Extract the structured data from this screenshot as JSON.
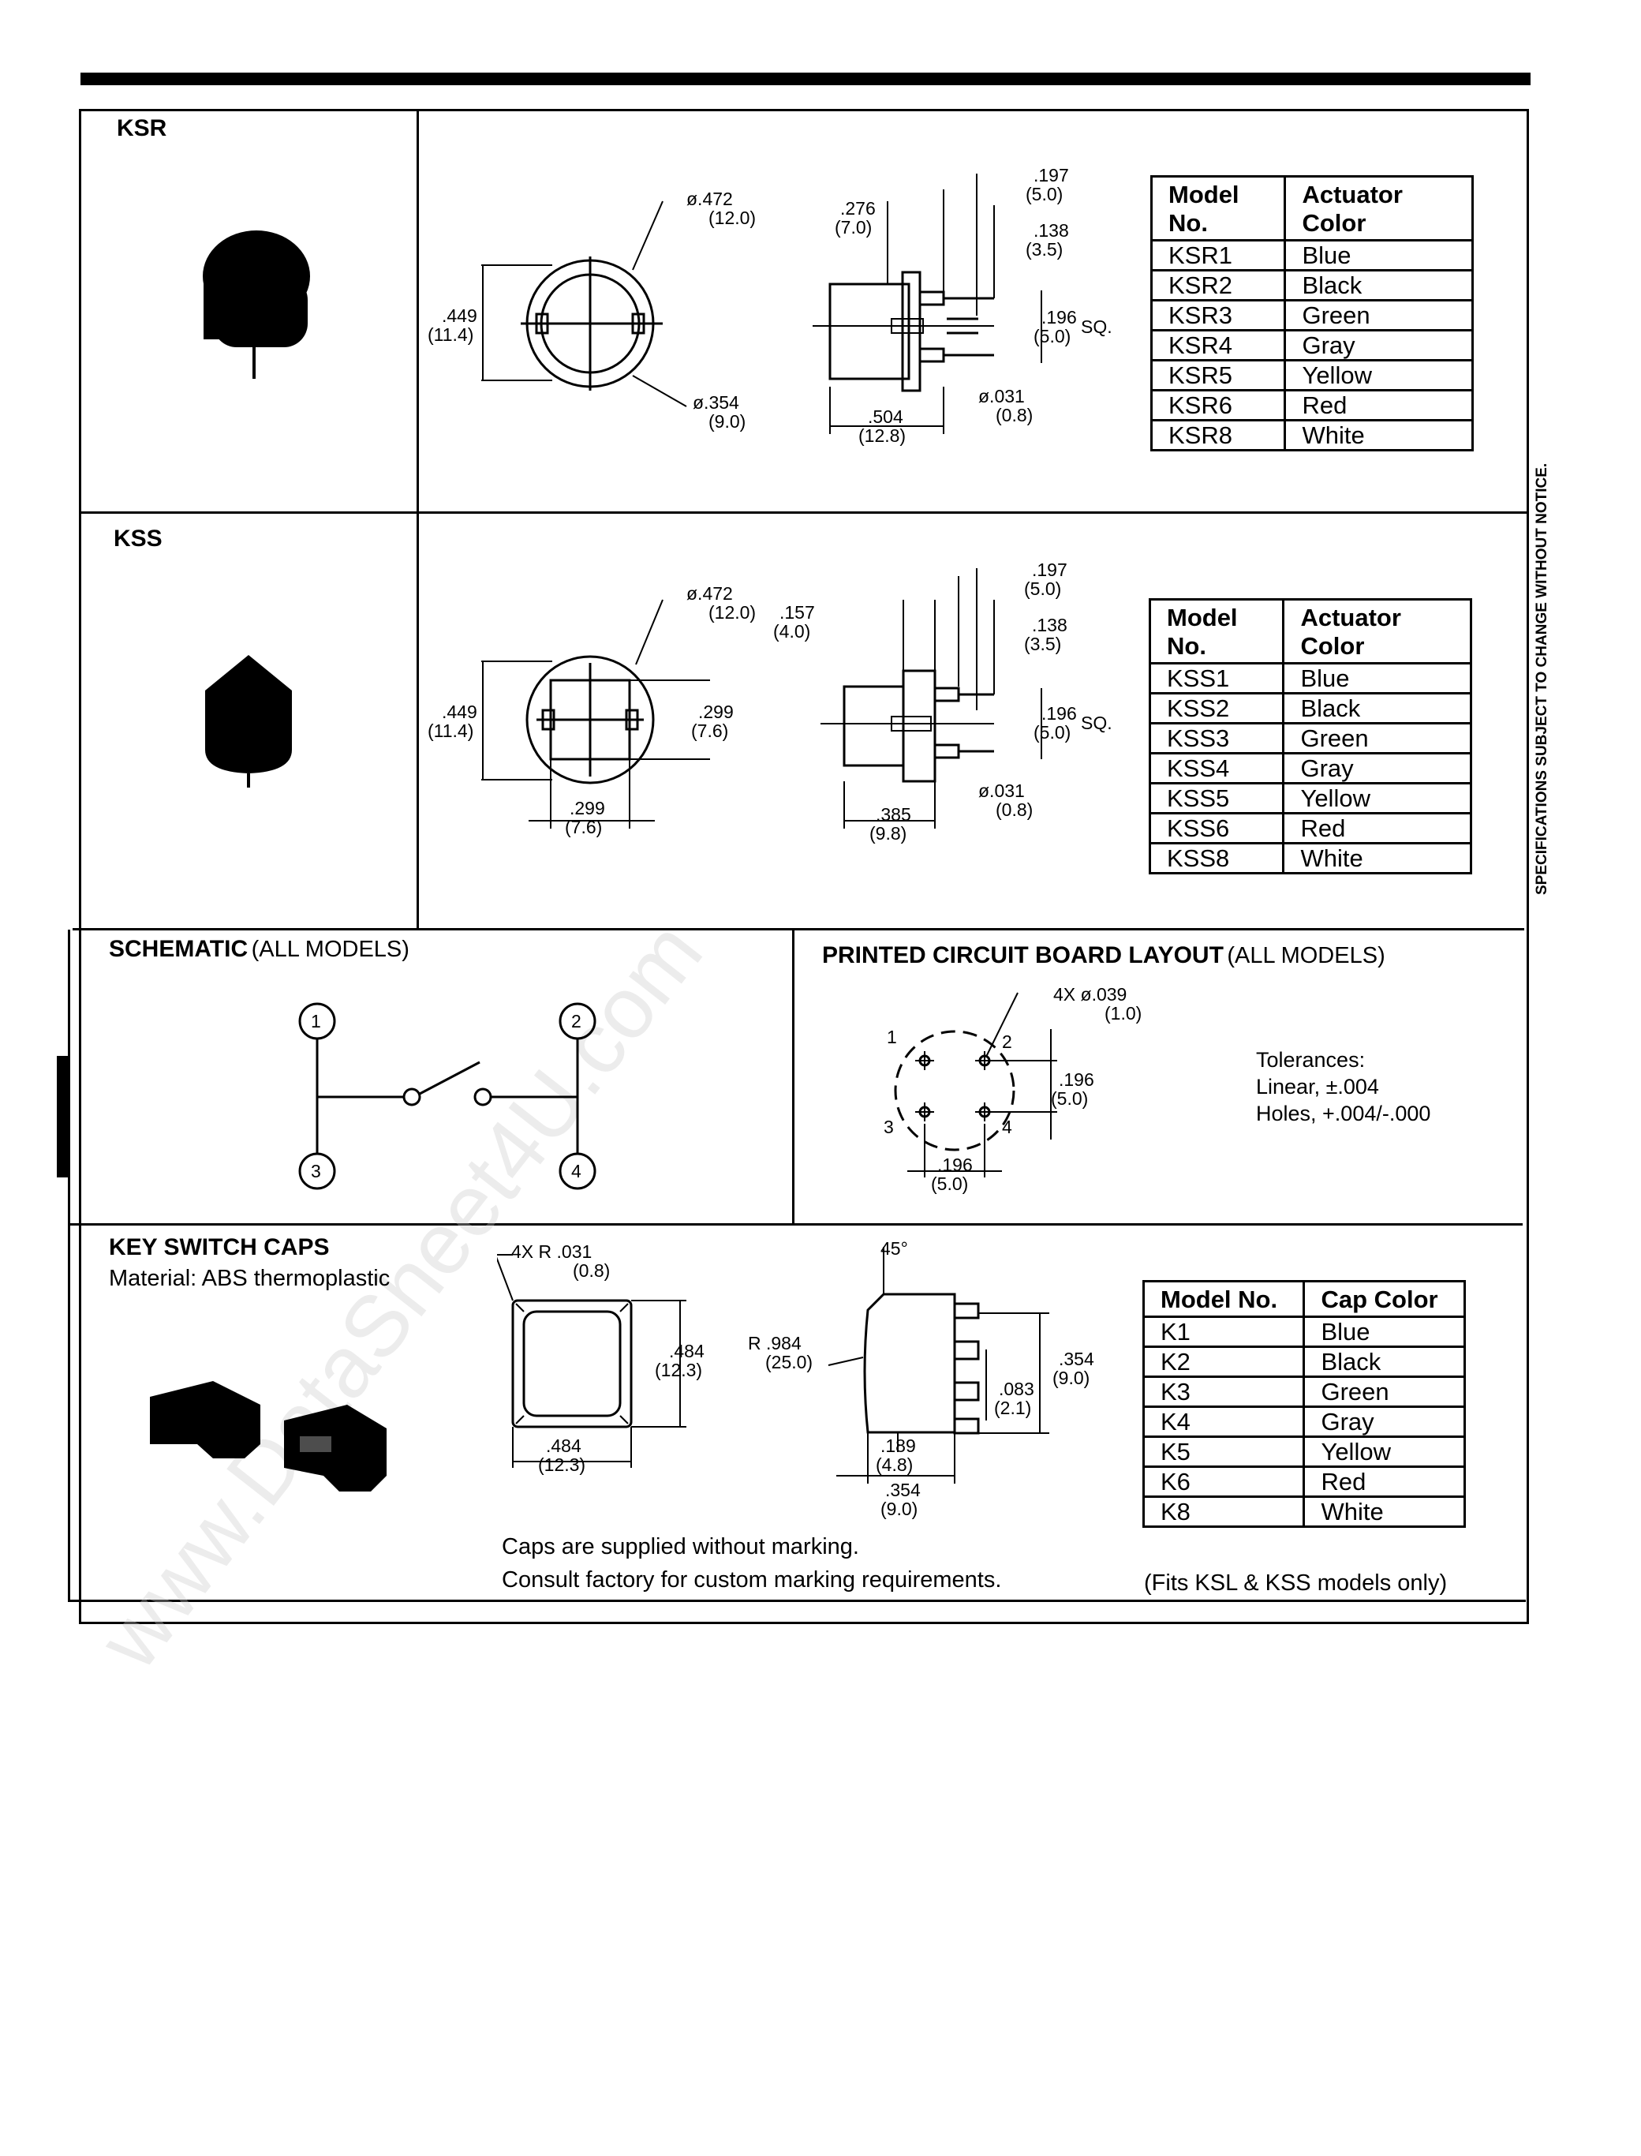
{
  "sidebar_note": "SPECIFICATIONS SUBJECT TO CHANGE WITHOUT NOTICE.",
  "watermark": "www.DataSheet4U.com",
  "ksr": {
    "title": "KSR",
    "dims": {
      "dia_outer": "ø.472",
      "dia_outer_mm": "(12.0)",
      "dia_inner": "ø.354",
      "dia_inner_mm": "(9.0)",
      "height": ".449",
      "height_mm": "(11.4)",
      "d276": ".276",
      "d276_mm": "(7.0)",
      "d197": ".197",
      "d197_mm": "(5.0)",
      "d138": ".138",
      "d138_mm": "(3.5)",
      "d196": ".196",
      "d196_mm": "(5.0)",
      "sq": "SQ.",
      "d031": "ø.031",
      "d031_mm": "(0.8)",
      "d504": ".504",
      "d504_mm": "(12.8)"
    },
    "table": {
      "headers": [
        "Model No.",
        "Actuator Color"
      ],
      "rows": [
        [
          "KSR1",
          "Blue"
        ],
        [
          "KSR2",
          "Black"
        ],
        [
          "KSR3",
          "Green"
        ],
        [
          "KSR4",
          "Gray"
        ],
        [
          "KSR5",
          "Yellow"
        ],
        [
          "KSR6",
          "Red"
        ],
        [
          "KSR8",
          "White"
        ]
      ]
    }
  },
  "kss": {
    "title": "KSS",
    "dims": {
      "dia_outer": "ø.472",
      "dia_outer_mm": "(12.0)",
      "height": ".449",
      "height_mm": "(11.4)",
      "sq_h": ".299",
      "sq_h_mm": "(7.6)",
      "sq_w": ".299",
      "sq_w_mm": "(7.6)",
      "d157": ".157",
      "d157_mm": "(4.0)",
      "d197": ".197",
      "d197_mm": "(5.0)",
      "d138": ".138",
      "d138_mm": "(3.5)",
      "d196": ".196",
      "d196_mm": "(5.0)",
      "sq": "SQ.",
      "d031": "ø.031",
      "d031_mm": "(0.8)",
      "d385": ".385",
      "d385_mm": "(9.8)"
    },
    "table": {
      "headers": [
        "Model No.",
        "Actuator Color"
      ],
      "rows": [
        [
          "KSS1",
          "Blue"
        ],
        [
          "KSS2",
          "Black"
        ],
        [
          "KSS3",
          "Green"
        ],
        [
          "KSS4",
          "Gray"
        ],
        [
          "KSS5",
          "Yellow"
        ],
        [
          "KSS6",
          "Red"
        ],
        [
          "KSS8",
          "White"
        ]
      ]
    }
  },
  "schematic": {
    "title": "SCHEMATIC",
    "subtitle": "(ALL MODELS)",
    "pins": [
      "1",
      "2",
      "3",
      "4"
    ]
  },
  "pcb": {
    "title": "PRINTED CIRCUIT BOARD LAYOUT",
    "subtitle": "(ALL MODELS)",
    "holes": "4X ø.039",
    "holes_mm": "(1.0)",
    "d196": ".196",
    "d196_mm": "(5.0)",
    "d196b": ".196",
    "d196b_mm": "(5.0)",
    "pins": [
      "1",
      "2",
      "3",
      "4"
    ],
    "tol_title": "Tolerances:",
    "tol_linear": "Linear, ±.004",
    "tol_holes": "Holes, +.004/-.000"
  },
  "caps": {
    "title": "KEY SWITCH CAPS",
    "material": "Material: ABS thermoplastic",
    "dims": {
      "radius": "4X R .031",
      "radius_mm": "(0.8)",
      "d484h": ".484",
      "d484h_mm": "(12.3)",
      "d484w": ".484",
      "d484w_mm": "(12.3)",
      "angle": "45°",
      "r984": "R .984",
      "r984_mm": "(25.0)",
      "d354": ".354",
      "d354_mm": "(9.0)",
      "d083": ".083",
      "d083_mm": "(2.1)",
      "d189": ".189",
      "d189_mm": "(4.8)",
      "d354b": ".354",
      "d354b_mm": "(9.0)"
    },
    "note1": "Caps are supplied without  marking.",
    "note2": "Consult factory  for custom marking requirements.",
    "table": {
      "headers": [
        "Model No.",
        "Cap Color"
      ],
      "rows": [
        [
          "K1",
          "Blue"
        ],
        [
          "K2",
          "Black"
        ],
        [
          "K3",
          "Green"
        ],
        [
          "K4",
          "Gray"
        ],
        [
          "K5",
          "Yellow"
        ],
        [
          "K6",
          "Red"
        ],
        [
          "K8",
          "White"
        ]
      ]
    },
    "fits": "(Fits  KSL & KSS models only)"
  }
}
